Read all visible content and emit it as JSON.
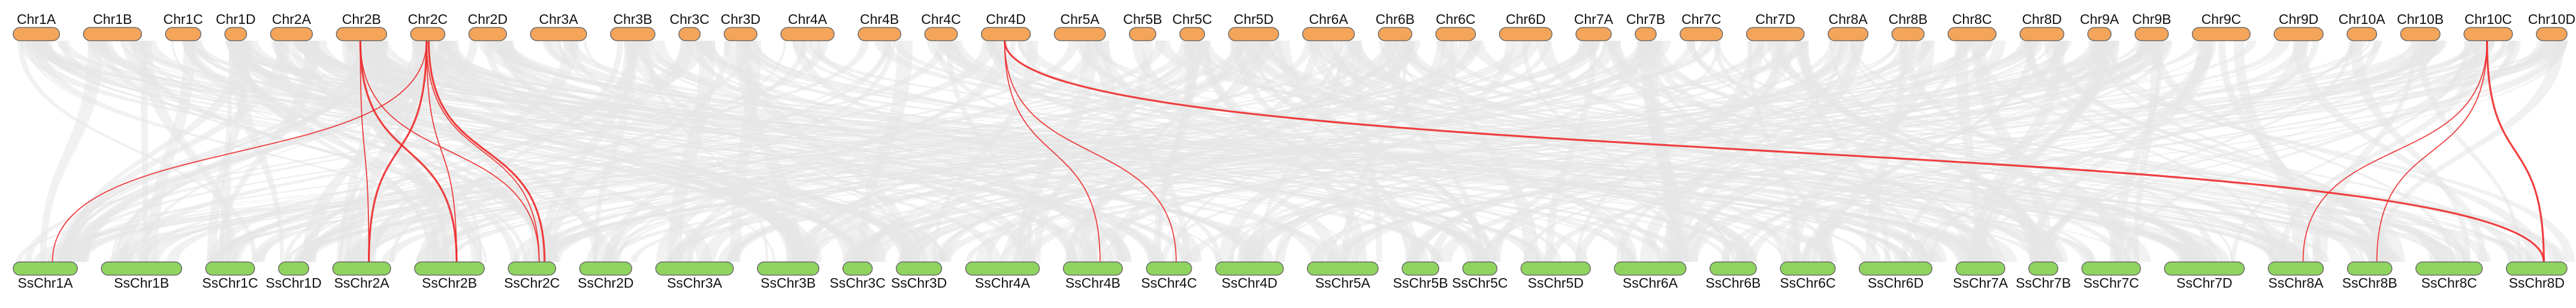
{
  "colors": {
    "top_chromosome": "#f5a55a",
    "bottom_chromosome": "#8fd45f",
    "chromosome_stroke": "#6a6a6a",
    "background_link": "#e6e6e6",
    "highlight_link": "#ee2a2a"
  },
  "top_chromosomes": [
    {
      "id": "Chr1A",
      "label": "Chr1A"
    },
    {
      "id": "Chr1B",
      "label": "Chr1B"
    },
    {
      "id": "Chr1C",
      "label": "Chr1C"
    },
    {
      "id": "Chr1D",
      "label": "Chr1D"
    },
    {
      "id": "Chr2A",
      "label": "Chr2A"
    },
    {
      "id": "Chr2B",
      "label": "Chr2B"
    },
    {
      "id": "Chr2C",
      "label": "Chr2C"
    },
    {
      "id": "Chr2D",
      "label": "Chr2D"
    },
    {
      "id": "Chr3A",
      "label": "Chr3A"
    },
    {
      "id": "Chr3B",
      "label": "Chr3B"
    },
    {
      "id": "Chr3C",
      "label": "Chr3C"
    },
    {
      "id": "Chr3D",
      "label": "Chr3D"
    },
    {
      "id": "Chr4A",
      "label": "Chr4A"
    },
    {
      "id": "Chr4B",
      "label": "Chr4B"
    },
    {
      "id": "Chr4C",
      "label": "Chr4C"
    },
    {
      "id": "Chr4D",
      "label": "Chr4D"
    },
    {
      "id": "Chr5A",
      "label": "Chr5A"
    },
    {
      "id": "Chr5B",
      "label": "Chr5B"
    },
    {
      "id": "Chr5C",
      "label": "Chr5C"
    },
    {
      "id": "Chr5D",
      "label": "Chr5D"
    },
    {
      "id": "Chr6A",
      "label": "Chr6A"
    },
    {
      "id": "Chr6B",
      "label": "Chr6B"
    },
    {
      "id": "Chr6C",
      "label": "Chr6C"
    },
    {
      "id": "Chr6D",
      "label": "Chr6D"
    },
    {
      "id": "Chr7A",
      "label": "Chr7A"
    },
    {
      "id": "Chr7B",
      "label": "Chr7B"
    },
    {
      "id": "Chr7C",
      "label": "Chr7C"
    },
    {
      "id": "Chr7D",
      "label": "Chr7D"
    },
    {
      "id": "Chr8A",
      "label": "Chr8A"
    },
    {
      "id": "Chr8B",
      "label": "Chr8B"
    },
    {
      "id": "Chr8C",
      "label": "Chr8C"
    },
    {
      "id": "Chr8D",
      "label": "Chr8D"
    },
    {
      "id": "Chr9A",
      "label": "Chr9A"
    },
    {
      "id": "Chr9B",
      "label": "Chr9B"
    },
    {
      "id": "Chr9C",
      "label": "Chr9C"
    },
    {
      "id": "Chr9D",
      "label": "Chr9D"
    },
    {
      "id": "Chr10A",
      "label": "Chr10A"
    },
    {
      "id": "Chr10B",
      "label": "Chr10B"
    },
    {
      "id": "Chr10C",
      "label": "Chr10C"
    },
    {
      "id": "Chr10D",
      "label": "Chr10D"
    }
  ],
  "bottom_chromosomes": [
    {
      "id": "SsChr1A",
      "label": "SsChr1A"
    },
    {
      "id": "SsChr1B",
      "label": "SsChr1B"
    },
    {
      "id": "SsChr1C",
      "label": "SsChr1C"
    },
    {
      "id": "SsChr1D",
      "label": "SsChr1D"
    },
    {
      "id": "SsChr2A",
      "label": "SsChr2A"
    },
    {
      "id": "SsChr2B",
      "label": "SsChr2B"
    },
    {
      "id": "SsChr2C",
      "label": "SsChr2C"
    },
    {
      "id": "SsChr2D",
      "label": "SsChr2D"
    },
    {
      "id": "SsChr3A",
      "label": "SsChr3A"
    },
    {
      "id": "SsChr3B",
      "label": "SsChr3B"
    },
    {
      "id": "SsChr3C",
      "label": "SsChr3C"
    },
    {
      "id": "SsChr3D",
      "label": "SsChr3D"
    },
    {
      "id": "SsChr4A",
      "label": "SsChr4A"
    },
    {
      "id": "SsChr4B",
      "label": "SsChr4B"
    },
    {
      "id": "SsChr4C",
      "label": "SsChr4C"
    },
    {
      "id": "SsChr4D",
      "label": "SsChr4D"
    },
    {
      "id": "SsChr5A",
      "label": "SsChr5A"
    },
    {
      "id": "SsChr5B",
      "label": "SsChr5B"
    },
    {
      "id": "SsChr5C",
      "label": "SsChr5C"
    },
    {
      "id": "SsChr5D",
      "label": "SsChr5D"
    },
    {
      "id": "SsChr6A",
      "label": "SsChr6A"
    },
    {
      "id": "SsChr6B",
      "label": "SsChr6B"
    },
    {
      "id": "SsChr6C",
      "label": "SsChr6C"
    },
    {
      "id": "SsChr6D",
      "label": "SsChr6D"
    },
    {
      "id": "SsChr7A",
      "label": "SsChr7A"
    },
    {
      "id": "SsChr7B",
      "label": "SsChr7B"
    },
    {
      "id": "SsChr7C",
      "label": "SsChr7C"
    },
    {
      "id": "SsChr7D",
      "label": "SsChr7D"
    },
    {
      "id": "SsChr8A",
      "label": "SsChr8A"
    },
    {
      "id": "SsChr8B",
      "label": "SsChr8B"
    },
    {
      "id": "SsChr8C",
      "label": "SsChr8C"
    },
    {
      "id": "SsChr8D",
      "label": "SsChr8D"
    }
  ],
  "highlighted_links": [
    {
      "from": "Chr2B",
      "to": "SsChr2A"
    },
    {
      "from": "Chr2B",
      "to": "SsChr2B"
    },
    {
      "from": "Chr2B",
      "to": "SsChr2C"
    },
    {
      "from": "Chr2C",
      "to": "SsChr1A"
    },
    {
      "from": "Chr2C",
      "to": "SsChr2A"
    },
    {
      "from": "Chr2C",
      "to": "SsChr2B"
    },
    {
      "from": "Chr2C",
      "to": "SsChr2C"
    },
    {
      "from": "Chr2C",
      "to": "SsChr2C"
    },
    {
      "from": "Chr4D",
      "to": "SsChr4B"
    },
    {
      "from": "Chr4D",
      "to": "SsChr4C"
    },
    {
      "from": "Chr4D",
      "to": "SsChr8D"
    },
    {
      "from": "Chr10C",
      "to": "SsChr8A"
    },
    {
      "from": "Chr10C",
      "to": "SsChr8B"
    },
    {
      "from": "Chr10C",
      "to": "SsChr8D"
    }
  ]
}
